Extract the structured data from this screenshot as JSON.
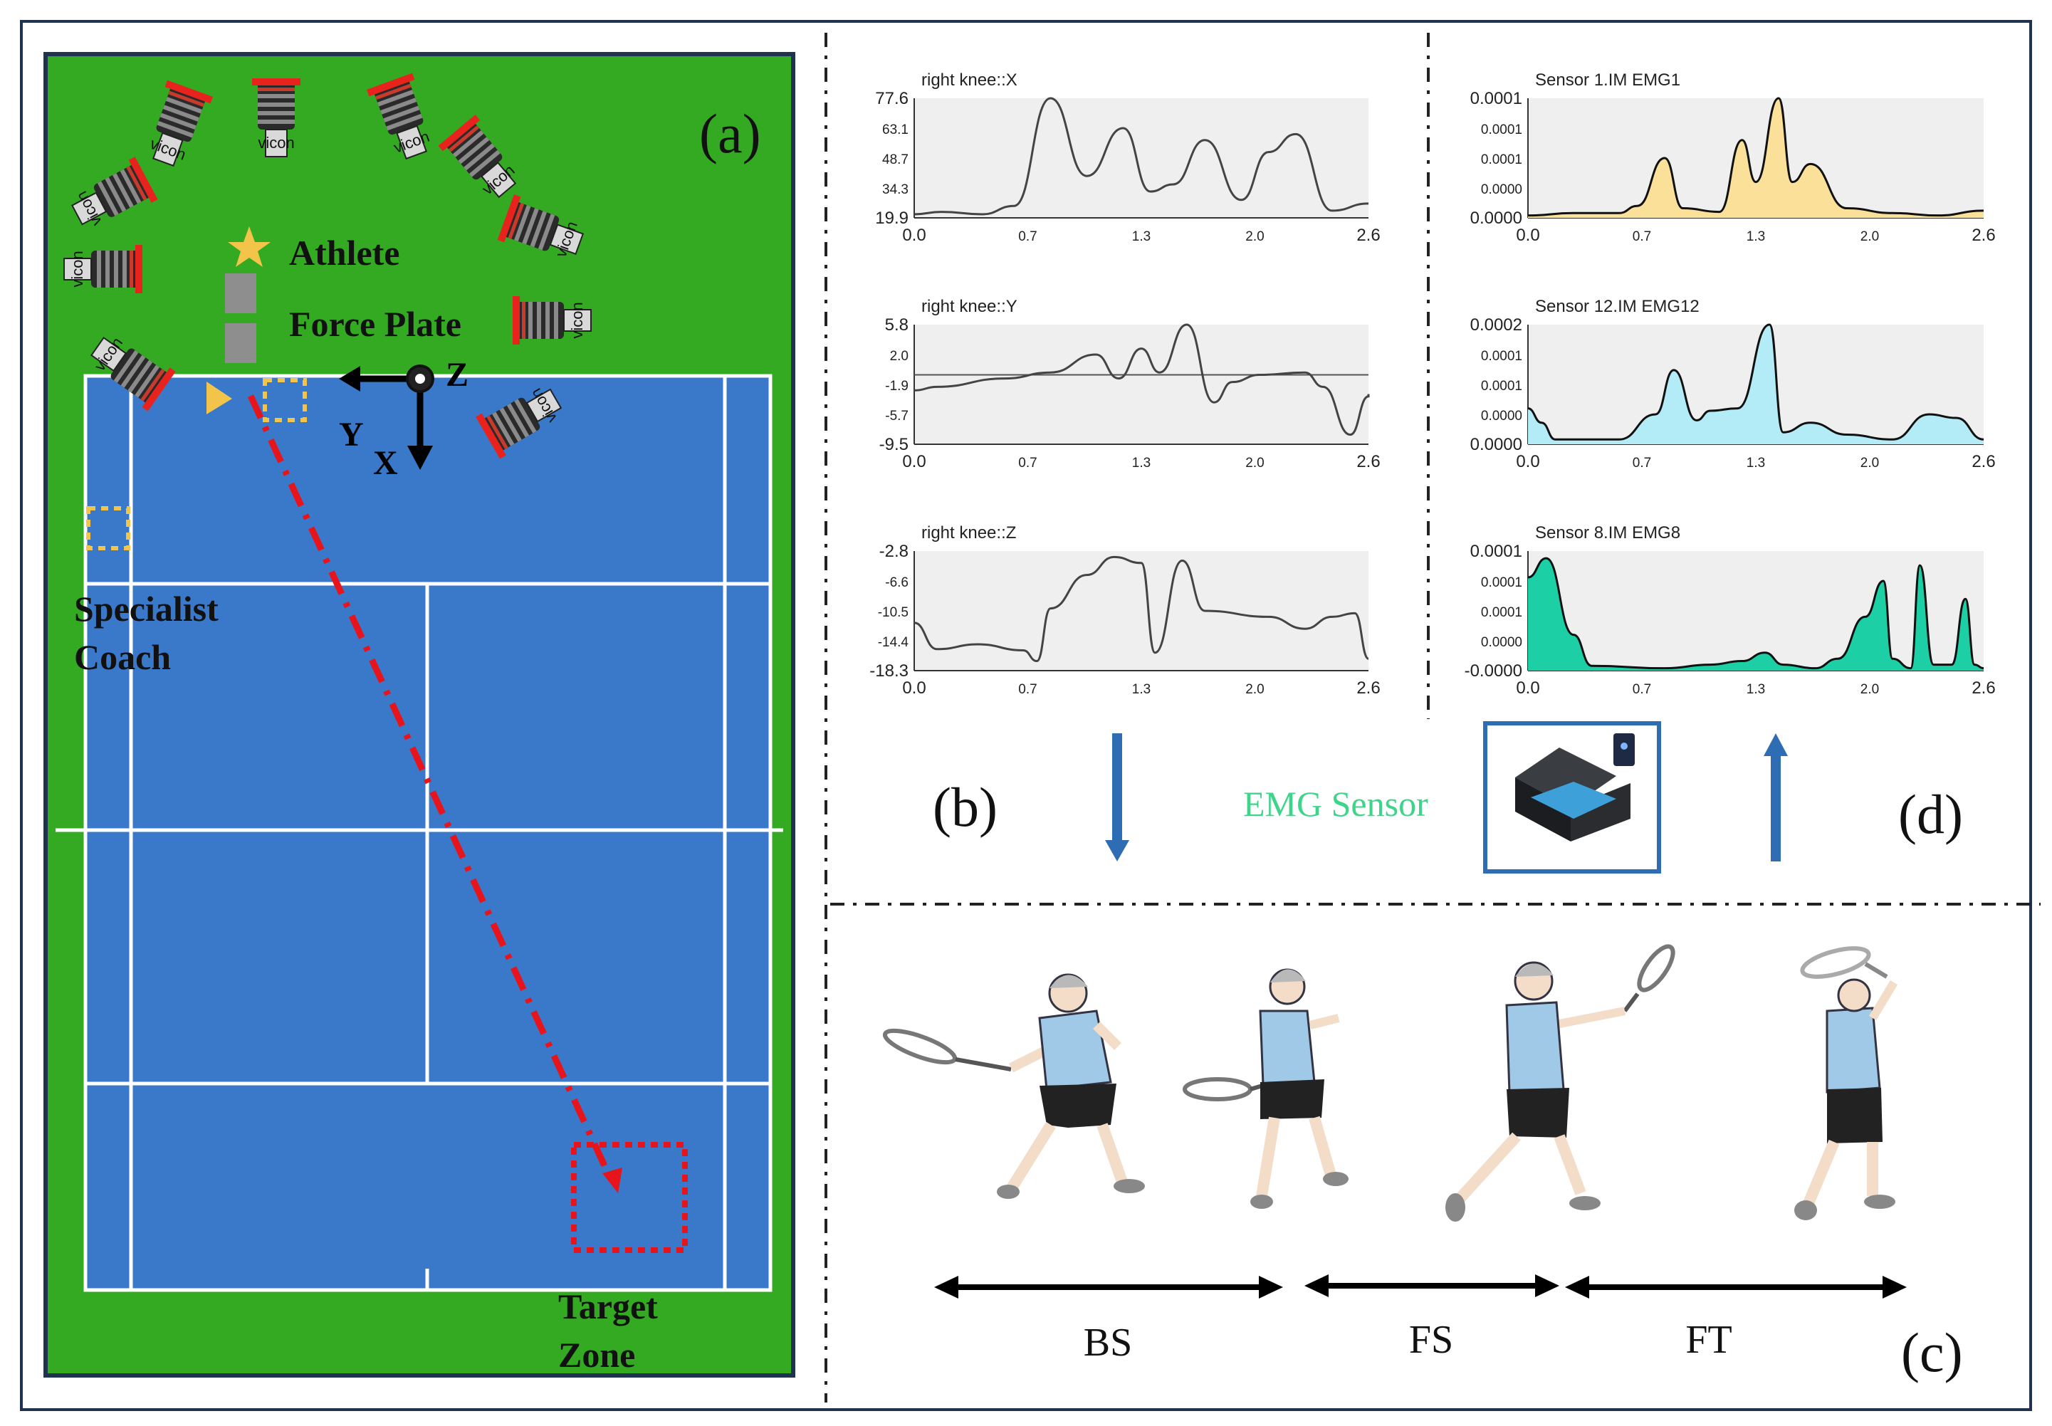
{
  "panel_labels": {
    "a": "(a)",
    "b": "(b)",
    "c": "(c)",
    "d": "(d)"
  },
  "camera_label": "vicon",
  "court": {
    "athlete_label": "Athlete",
    "force_plate_label": "Force Plate",
    "coach_label": [
      "Specialist",
      "Coach"
    ],
    "target_label": [
      "Target",
      "Zone"
    ],
    "axes": {
      "z": "Z",
      "y": "Y",
      "x": "X"
    },
    "colors": {
      "grass": "#33aa22",
      "court": "#3a78c9",
      "lines": "#ffffff",
      "path": "#e8141c",
      "marker": "#f2c44a"
    }
  },
  "kinematics_charts": [
    {
      "title": "right knee::X",
      "y_ticks": [
        "77.6",
        "63.1",
        "48.7",
        "34.3",
        "19.9"
      ],
      "x_ticks": [
        "0.0",
        "0.7",
        "1.3",
        "2.0",
        "2.6"
      ],
      "has_zero_line": false
    },
    {
      "title": "right knee::Y",
      "y_ticks": [
        "5.8",
        "2.0",
        "-1.9",
        "-5.7",
        "-9.5"
      ],
      "x_ticks": [
        "0.0",
        "0.7",
        "1.3",
        "2.0",
        "2.6"
      ],
      "has_zero_line": true
    },
    {
      "title": "right knee::Z",
      "y_ticks": [
        "-2.8",
        "-6.6",
        "-10.5",
        "-14.4",
        "-18.3"
      ],
      "x_ticks": [
        "0.0",
        "0.7",
        "1.3",
        "2.0",
        "2.6"
      ],
      "has_zero_line": false
    }
  ],
  "emg_charts": [
    {
      "title": "Sensor 1.IM EMG1",
      "y_ticks": [
        "0.0001",
        "0.0001",
        "0.0001",
        "0.0000",
        "0.0000"
      ],
      "x_ticks": [
        "0.0",
        "0.7",
        "1.3",
        "2.0",
        "2.6"
      ],
      "fill": "#fbe09a"
    },
    {
      "title": "Sensor 12.IM EMG12",
      "y_ticks": [
        "0.0002",
        "0.0001",
        "0.0001",
        "0.0000",
        "0.0000"
      ],
      "x_ticks": [
        "0.0",
        "0.7",
        "1.3",
        "2.0",
        "2.6"
      ],
      "fill": "#b3ecf7"
    },
    {
      "title": "Sensor 8.IM EMG8",
      "y_ticks": [
        "0.0001",
        "0.0001",
        "0.0001",
        "0.0000",
        "-0.0000"
      ],
      "x_ticks": [
        "0.0",
        "0.7",
        "1.3",
        "2.0",
        "2.6"
      ],
      "fill": "#1ccfa5"
    }
  ],
  "emg_sensor_label": "EMG Sensor",
  "phases": [
    "BS",
    "FS",
    "FT"
  ]
}
